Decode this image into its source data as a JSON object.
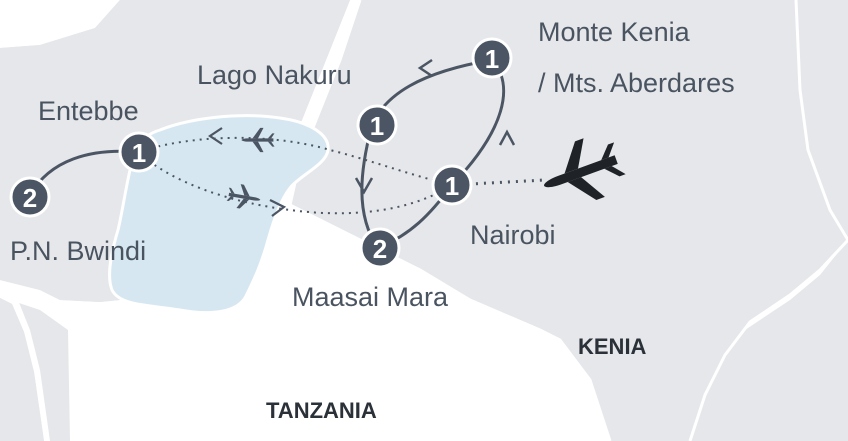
{
  "colors": {
    "land": "#e5e7ea",
    "lake": "#d6e7f1",
    "border": "#ffffff",
    "marker_fill": "#4b5563",
    "marker_ring": "#ffffff",
    "route": "#4b5563",
    "text": "#4a5461",
    "country_text": "#2b3138"
  },
  "countries": [
    {
      "id": "kenya",
      "label": "KENIA"
    },
    {
      "id": "tanzania",
      "label": "TANZANIA"
    }
  ],
  "stops": [
    {
      "id": "bwindi",
      "nights": "2",
      "label": "P.N. Bwindi"
    },
    {
      "id": "entebbe",
      "nights": "1",
      "label": "Entebbe"
    },
    {
      "id": "nakuru",
      "nights": "1",
      "label": "Lago Nakuru"
    },
    {
      "id": "mtkenya",
      "nights": "1",
      "label_lines": [
        "Monte Kenia",
        "/ Mts. Aberdares"
      ]
    },
    {
      "id": "nairobi",
      "nights": "1",
      "label": "Nairobi"
    },
    {
      "id": "maasai",
      "nights": "2",
      "label": "Maasai Mara"
    }
  ],
  "icons": [
    "plane-icon",
    "small-plane-icon",
    "arrow-icon"
  ]
}
